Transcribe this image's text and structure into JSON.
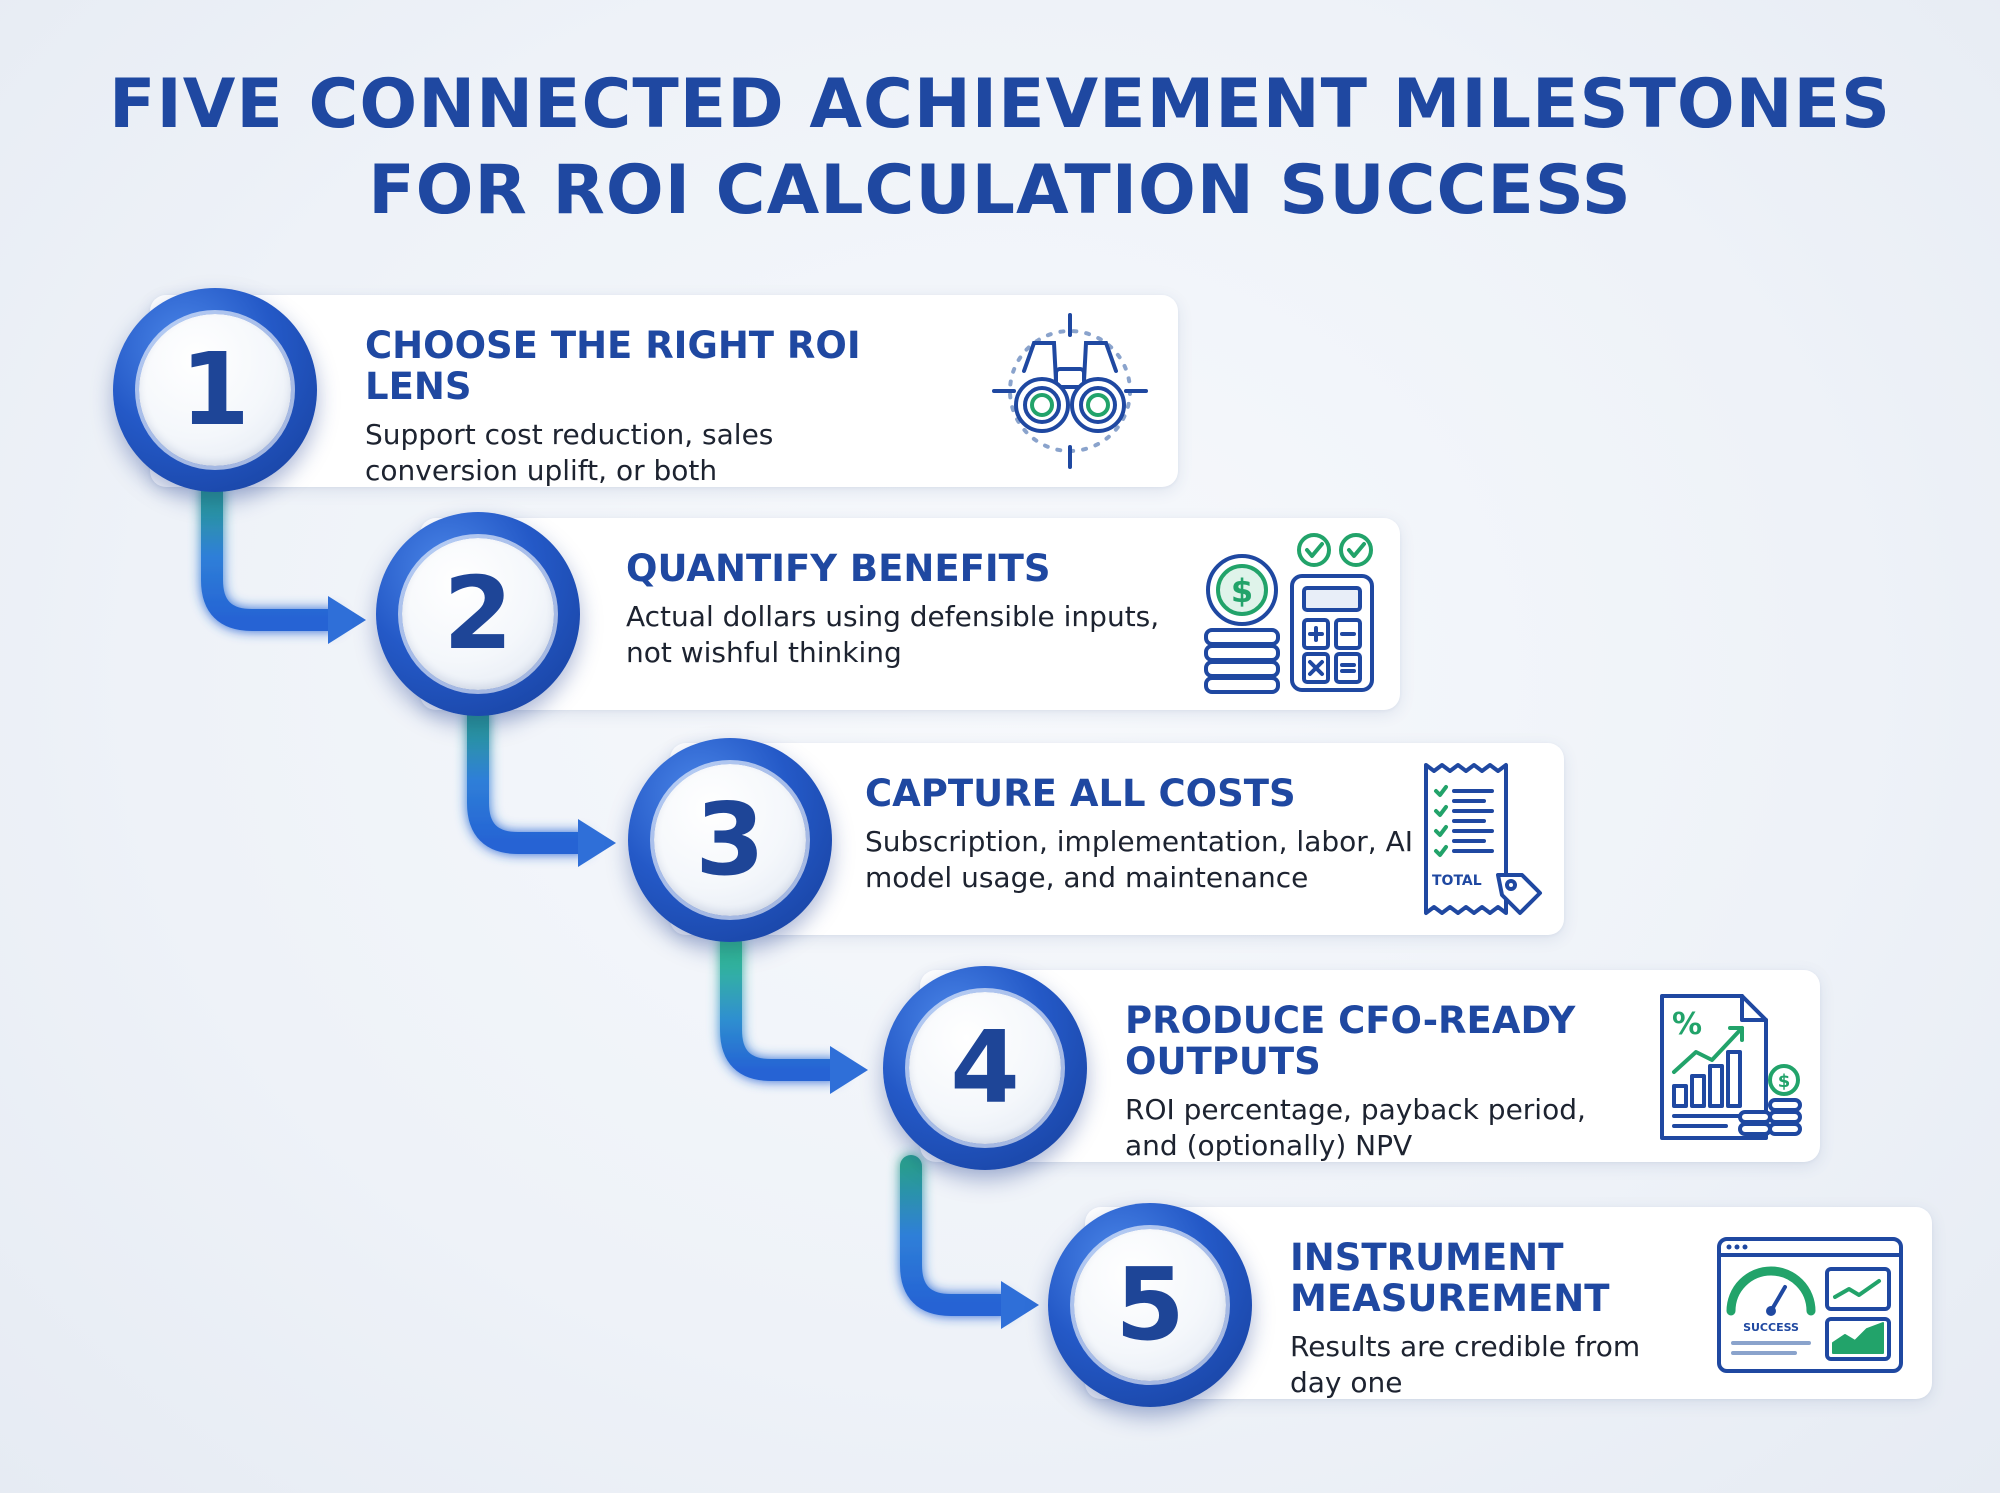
{
  "title": {
    "line1": "FIVE CONNECTED ACHIEVEMENT MILESTONES",
    "line2": "FOR ROI CALCULATION SUCCESS"
  },
  "milestones": [
    {
      "number": "1",
      "title": "CHOOSE THE RIGHT ROI LENS",
      "description": "Support cost reduction, sales conversion uplift, or both",
      "icon": "binoculars-icon"
    },
    {
      "number": "2",
      "title": "QUANTIFY BENEFITS",
      "description": "Actual dollars using defensible inputs, not wishful thinking",
      "icon": "coins-calculator-icon"
    },
    {
      "number": "3",
      "title": "CAPTURE ALL COSTS",
      "description": "Subscription, implementation, labor, AI model usage, and maintenance",
      "icon": "receipt-icon",
      "icon_label": "TOTAL"
    },
    {
      "number": "4",
      "title": "PRODUCE CFO-READY OUTPUTS",
      "description": "ROI percentage, payback period, and (optionally) NPV",
      "icon": "report-chart-icon",
      "icon_label": "%"
    },
    {
      "number": "5",
      "title": "INSTRUMENT MEASUREMENT",
      "description": "Results are credible from day one",
      "icon": "dashboard-gauge-icon",
      "icon_label": "SUCCESS"
    }
  ],
  "colors": {
    "primary": "#1f48a1",
    "badge_ring": "#2459c7",
    "connector": "#2f6fd8",
    "accent_green": "#22a36a",
    "text": "#1d2330"
  }
}
